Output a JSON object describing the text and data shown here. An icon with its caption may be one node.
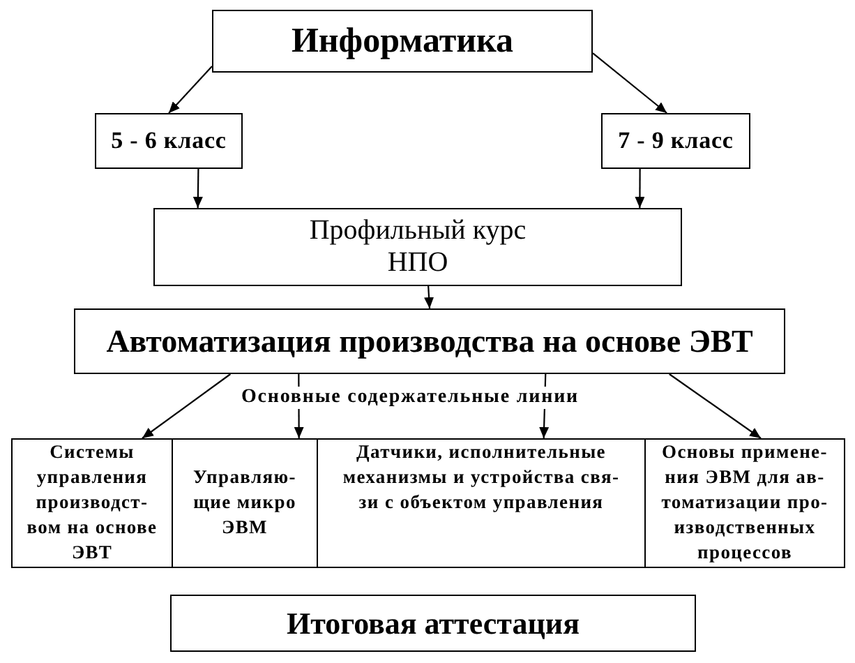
{
  "diagram": {
    "nodes": [
      {
        "text": [
          "Информатика"
        ]
      },
      {
        "text": [
          "5 - 6 класс"
        ]
      },
      {
        "text": [
          "7 - 9 класс"
        ]
      },
      {
        "text": [
          "Профильный курс НПО"
        ]
      },
      {
        "text": [
          "Автоматизация производства на основе ЭВТ"
        ]
      },
      {
        "text": [
          "Системы управления производст- вом на основе ЭВТ"
        ]
      },
      {
        "text": [
          "Управляю- щие микро ЭВМ"
        ]
      },
      {
        "text": [
          "Датчики, исполнительные механизмы и устройства свя- зи с объектом управления"
        ]
      },
      {
        "text": [
          "Основы примене- ния ЭВМ для ав- томатизации про- изводственных процессов"
        ]
      },
      {
        "text": [
          "Итоговая аттестация"
        ]
      }
    ],
    "edges": [
      {
        "from": 0,
        "to": 1,
        "arrow": "to"
      },
      {
        "from": 0,
        "to": 2,
        "arrow": "to"
      },
      {
        "from": 1,
        "to": 3,
        "arrow": "to"
      },
      {
        "from": 2,
        "to": 3,
        "arrow": "to"
      },
      {
        "from": 3,
        "to": 4,
        "arrow": "to"
      },
      {
        "from": 4,
        "to": 5,
        "arrow": "to"
      },
      {
        "from": 4,
        "to": 6,
        "arrow": "to"
      },
      {
        "from": 4,
        "to": 7,
        "arrow": "to"
      },
      {
        "from": 4,
        "to": 8,
        "arrow": "to"
      }
    ],
    "labels": [
      "Основные содержательные линии"
    ]
  }
}
